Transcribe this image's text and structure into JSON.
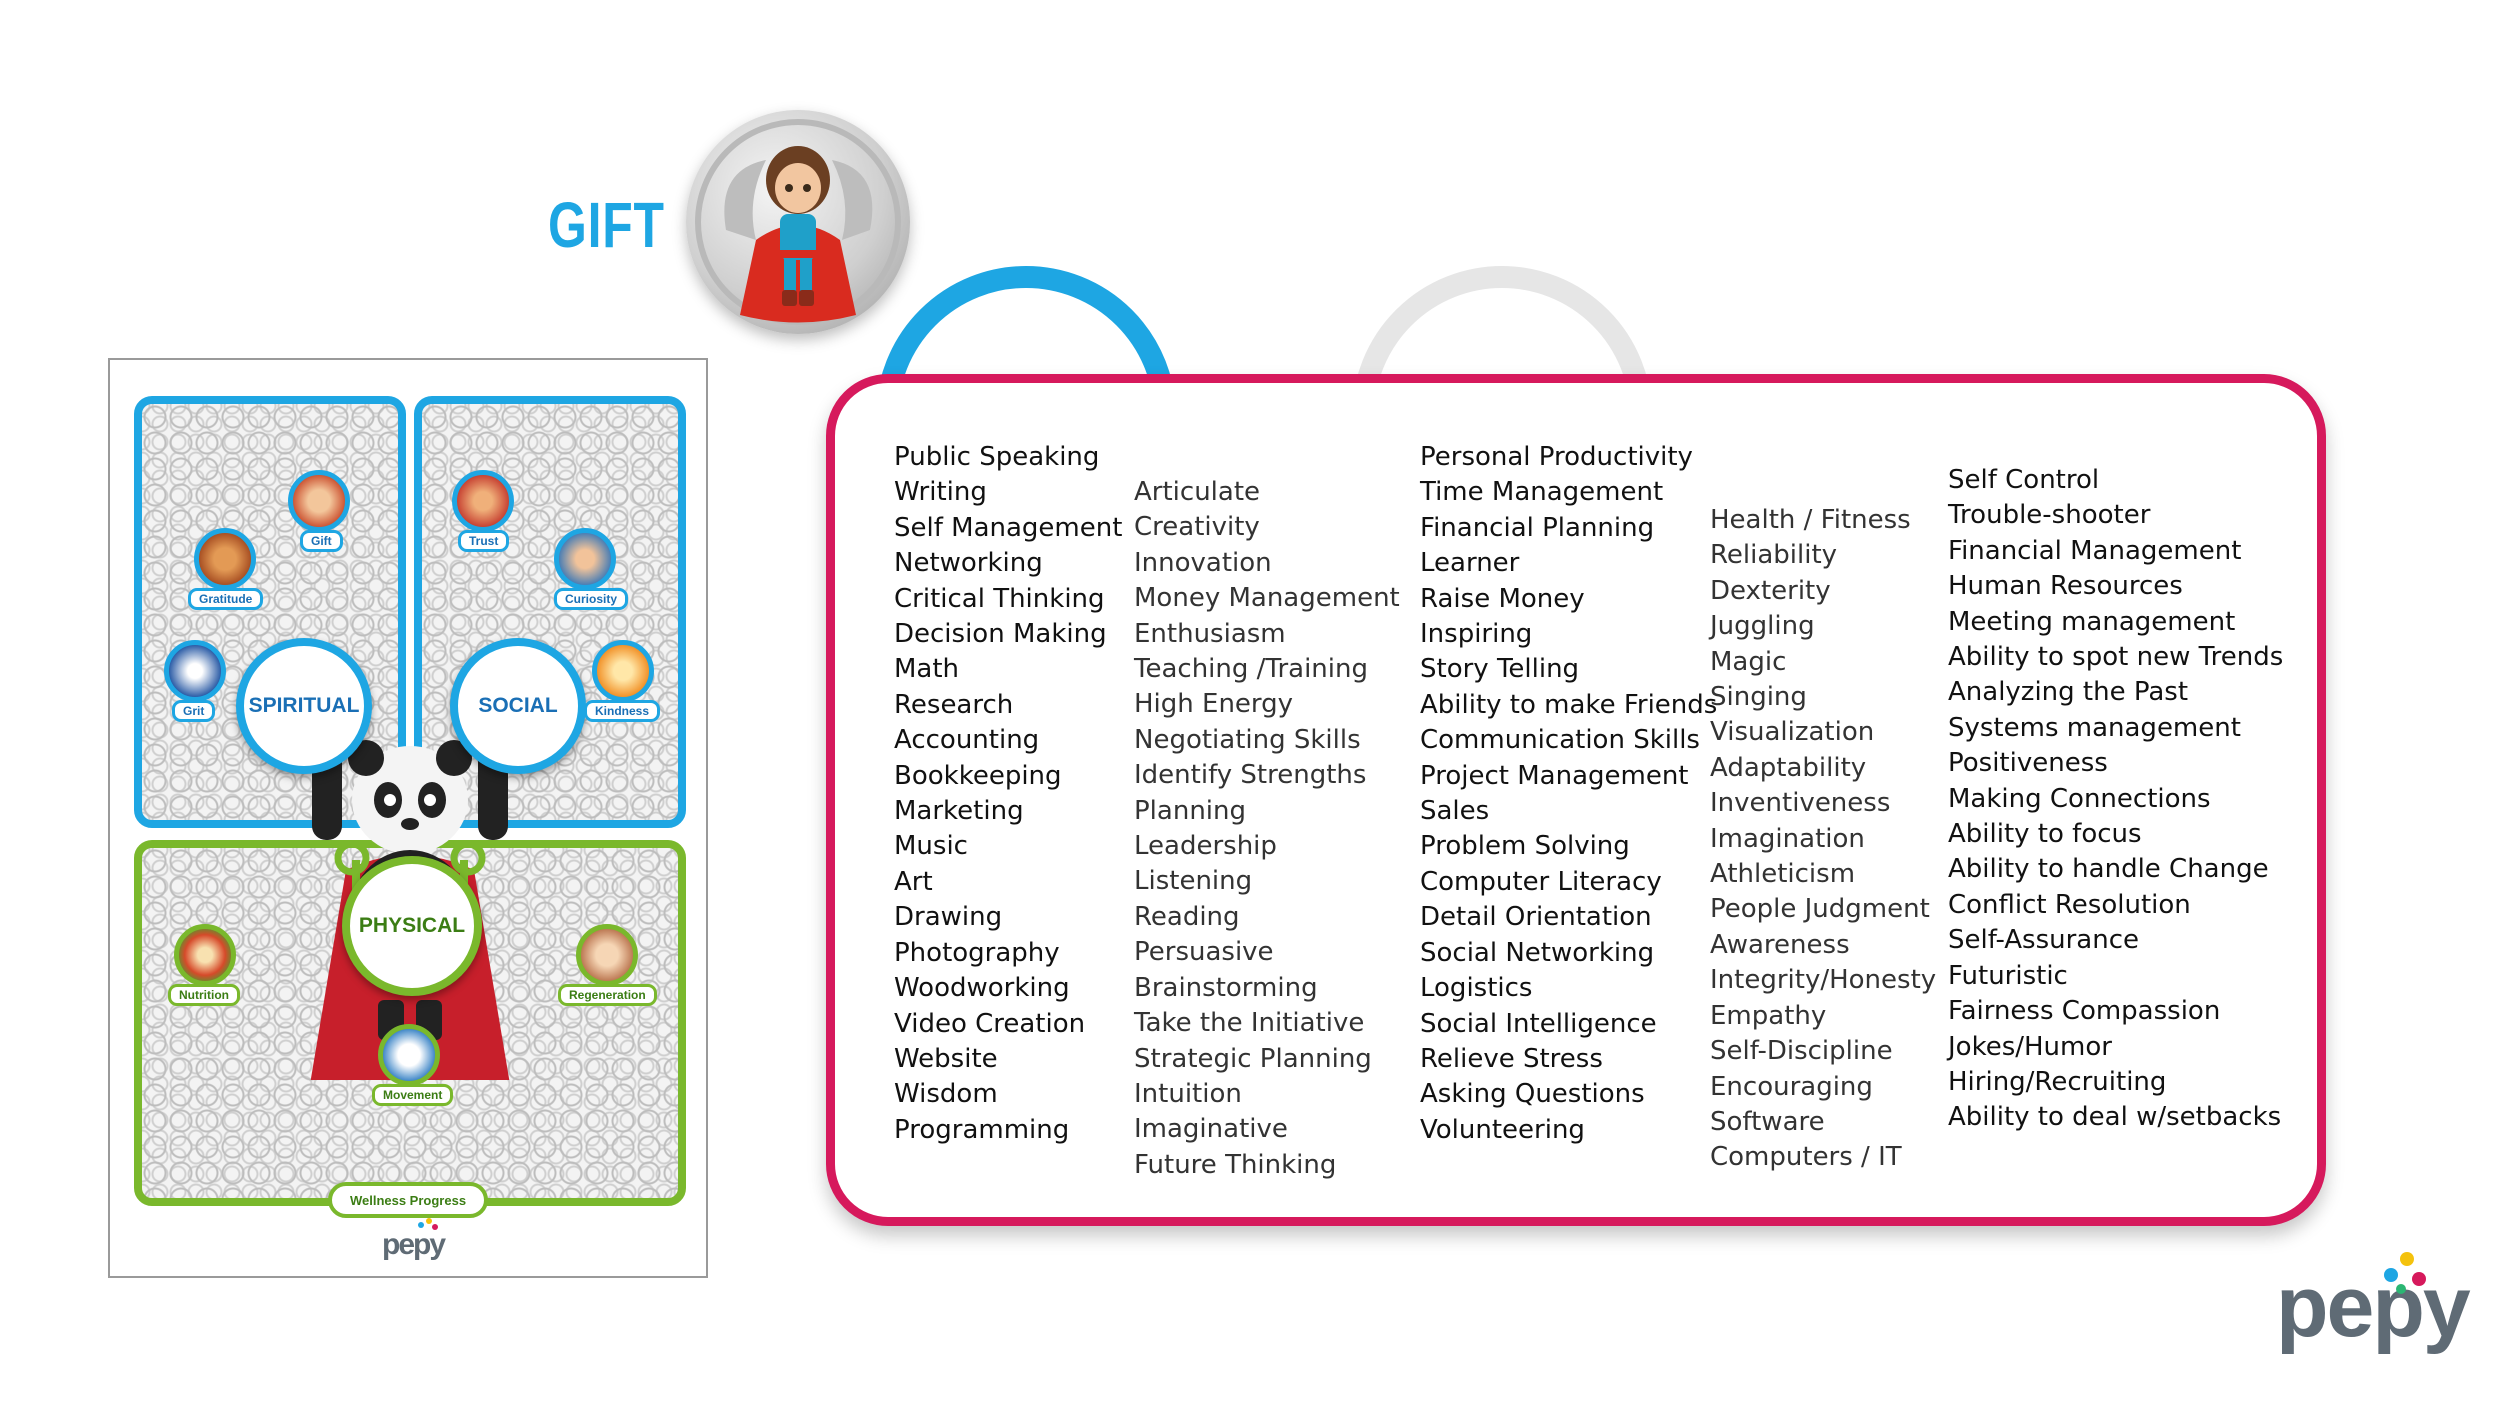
{
  "header": {
    "title": "GIFT"
  },
  "poster": {
    "spiritual_label": "SPIRITUAL",
    "social_label": "SOCIAL",
    "physical_label": "PHYSICAL",
    "badges": {
      "gift": "Gift",
      "gratitude": "Gratitude",
      "grit": "Grit",
      "trust": "Trust",
      "curiosity": "Curiosity",
      "kindness": "Kindness",
      "nutrition": "Nutrition",
      "regeneration": "Regeneration",
      "movement": "Movement"
    },
    "footer_label": "Wellness Progress",
    "logo": "pepy"
  },
  "skills": {
    "col1": [
      "Public Speaking",
      "Writing",
      "Self Management",
      "Networking",
      "Critical Thinking",
      "Decision Making",
      "Math",
      "Research",
      "Accounting",
      "Bookkeeping",
      "Marketing",
      "Music",
      "Art",
      "Drawing",
      "Photography",
      "Woodworking",
      "Video Creation",
      "Website",
      "Wisdom",
      "Programming"
    ],
    "col2": [
      "Articulate",
      "Creativity",
      "Innovation",
      "Money Management",
      "Enthusiasm",
      "Teaching /Training",
      "High Energy",
      "Negotiating Skills",
      "Identify Strengths",
      "Planning",
      "Leadership",
      "Listening",
      "Reading",
      "Persuasive",
      "Brainstorming",
      "Take the Initiative",
      "Strategic Planning",
      "Intuition",
      "Imaginative",
      "Future Thinking"
    ],
    "col3": [
      "Personal Productivity",
      "Time Management",
      "Financial Planning",
      "Learner",
      "Raise Money",
      "Inspiring",
      "Story Telling",
      "Ability to make Friends",
      "Communication Skills",
      "Project Management",
      "Sales",
      "Problem Solving",
      "Computer Literacy",
      "Detail Orientation",
      "Social Networking",
      "Logistics",
      "Social Intelligence",
      "Relieve Stress",
      "Asking Questions",
      "Volunteering"
    ],
    "col4": [
      "Health / Fitness",
      "Reliability",
      "Dexterity",
      "Juggling",
      "Magic",
      "Singing",
      "Visualization",
      "Adaptability",
      "Inventiveness",
      "Imagination",
      "Athleticism",
      "People Judgment",
      "Awareness",
      "Integrity/Honesty",
      "Empathy",
      "Self-Discipline",
      "Encouraging",
      "Software",
      "Computers / IT"
    ],
    "col5": [
      "Self Control",
      "Trouble-shooter",
      "Financial Management",
      "Human Resources",
      "Meeting management",
      "Ability to spot new Trends",
      "Analyzing the Past",
      "Systems management",
      "Positiveness",
      "Making Connections",
      "Ability to focus",
      "Ability to handle Change",
      "Conflict Resolution",
      "Self-Assurance",
      "Futuristic",
      "Fairness Compassion",
      "Jokes/Humor",
      "Hiring/Recruiting",
      "Ability to deal w/setbacks"
    ]
  },
  "brand": {
    "logo": "pepy",
    "accent_blue": "#1ea6e3",
    "accent_green": "#7ab82c",
    "accent_red": "#d6195c"
  }
}
